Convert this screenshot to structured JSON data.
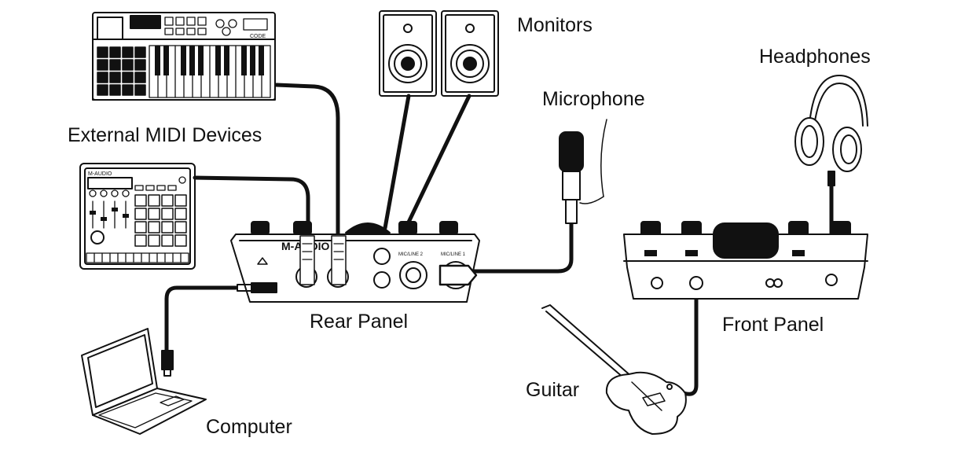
{
  "labels": {
    "monitors": "Monitors",
    "headphones": "Headphones",
    "microphone": "Microphone",
    "external_midi": "External MIDI Devices",
    "rear_panel": "Rear Panel",
    "front_panel": "Front Panel",
    "guitar": "Guitar",
    "computer": "Computer"
  },
  "device_text": {
    "brand": "M-AUDIO",
    "pad_controller_brand": "M-AUDIO",
    "mic_line_2": "MIC/LINE 2",
    "mic_line_1": "MIC/LINE 1",
    "keyboard_model": "CODE"
  },
  "colors": {
    "line": "#111111",
    "fill": "#ffffff",
    "cable": "#111111"
  }
}
